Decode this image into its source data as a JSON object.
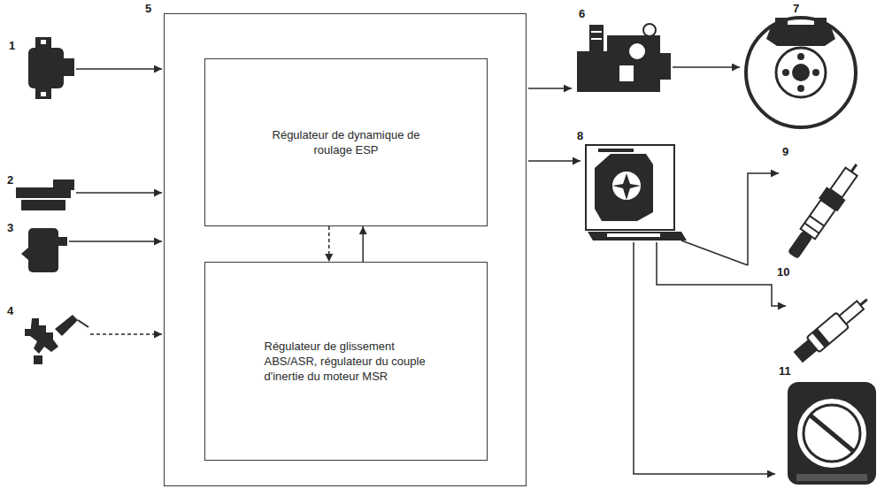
{
  "diagram": {
    "nodes": [
      {
        "text": [
          "5"
        ]
      },
      {
        "text": [
          "Régulateur de dynamique de roulage ESP"
        ],
        "in": 0
      },
      {
        "text": [
          "Régulateur de glissement ABS/ASR, régulateur du couple d'inertie du moteur MSR"
        ],
        "in": 0
      }
    ],
    "edges": [
      {
        "from": 1,
        "to": 2,
        "arrow": "to"
      },
      {
        "from": 2,
        "to": 1,
        "arrow": "to"
      }
    ],
    "labels": [
      "1",
      "2",
      "3",
      "4",
      "6",
      "7",
      "8",
      "9",
      "10",
      "11"
    ]
  }
}
